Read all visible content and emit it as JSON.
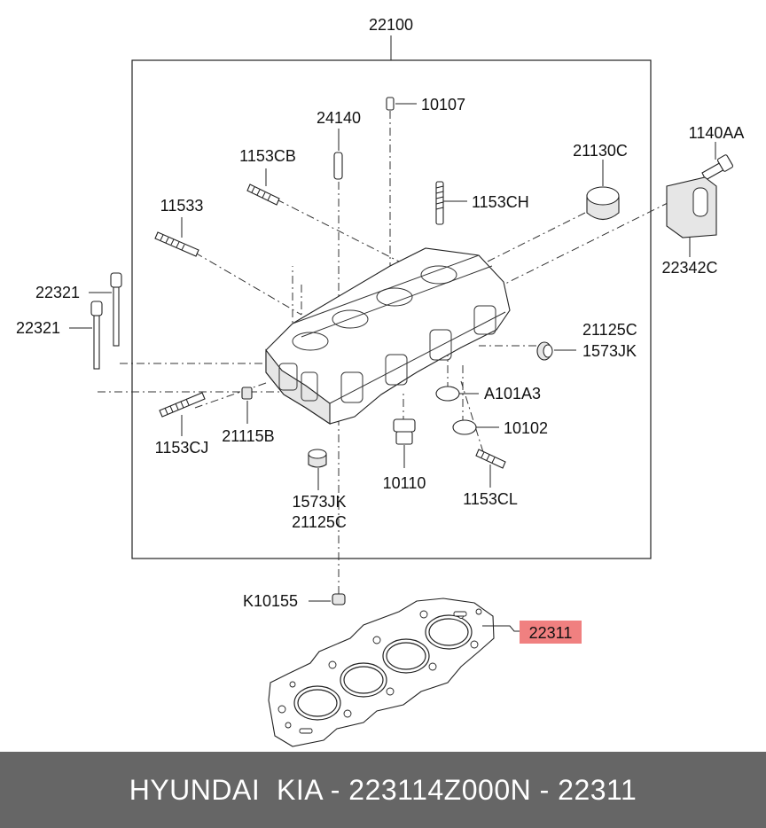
{
  "diagram": {
    "labels": {
      "assembly": "22100",
      "p10107": "10107",
      "p24140": "24140",
      "p1153CB": "1153CB",
      "p21130C": "21130C",
      "p1140AA": "1140AA",
      "p11533": "11533",
      "p1153CH": "1153CH",
      "p22342C": "22342C",
      "p22321a": "22321",
      "p22321b": "22321",
      "p21125C_r": "21125C",
      "p1573JK_r": "1573JK",
      "pA101A3": "A101A3",
      "p10102": "10102",
      "p1153CJ": "1153CJ",
      "p21115B": "21115B",
      "p10110": "10110",
      "p1153CL": "1153CL",
      "p1573JK_b": "1573JK",
      "p21125C_b": "21125C",
      "pK10155": "K10155",
      "highlighted": "22311"
    },
    "highlight_color": "#f08080"
  },
  "footer": {
    "brand": "HYUNDAI  KIA - 223114Z000",
    "number": "N - 22311"
  }
}
